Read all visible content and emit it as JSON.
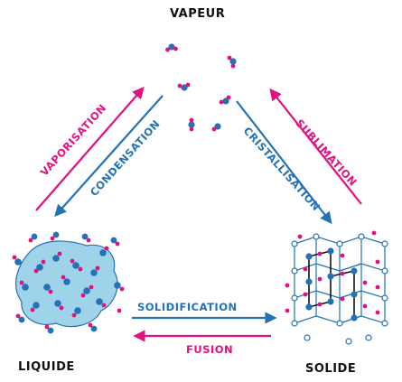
{
  "colors": {
    "magenta": "#e0127f",
    "blue": "#2372b6",
    "water_fill": "#9fd3ea",
    "text": "#111111"
  },
  "states": {
    "vapeur": "VAPEUR",
    "liquide": "LIQUIDE",
    "solide": "SOLIDE"
  },
  "transitions": {
    "vaporisation": "VAPORISATION",
    "condensation": "CONDENSATION",
    "sublimation": "SUBLIMATION",
    "cristallisation": "CRISTALLISATION",
    "solidification": "SOLIDIFICATION",
    "fusion": "FUSION"
  },
  "icons": {
    "vapor": "vapor-molecules-icon",
    "liquid": "liquid-water-icon",
    "solid": "ice-crystal-icon"
  }
}
